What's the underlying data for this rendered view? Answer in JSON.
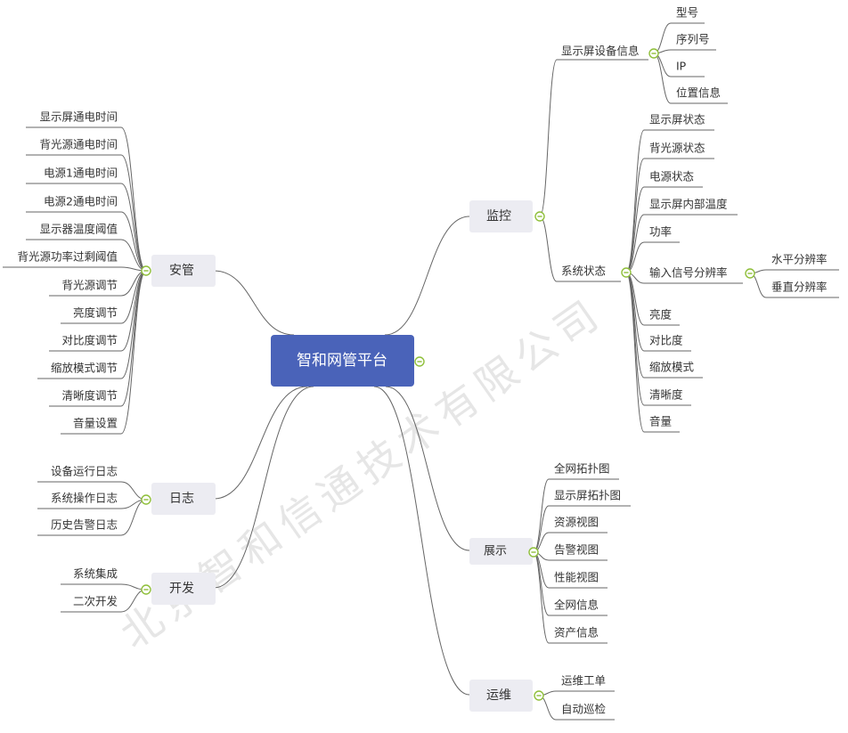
{
  "watermark": "北京智和信通技术有限公司",
  "colors": {
    "root_fill": "#4a63b9",
    "root_text": "#ffffff",
    "branch_fill": "#ececf2",
    "line": "#666666",
    "toggle": "#8fbf3a",
    "text": "#333333",
    "watermark": "#e6e6e6"
  },
  "root": {
    "label": "智和网管平台"
  },
  "branches": {
    "monitor": {
      "label": "监控",
      "device_info": {
        "label": "显示屏设备信息",
        "items": [
          "型号",
          "序列号",
          "IP",
          "位置信息"
        ]
      },
      "status": {
        "label": "系统状态",
        "items": [
          "显示屏状态",
          "背光源状态",
          "电源状态",
          "显示屏内部温度",
          "功率",
          "输入信号分辨率",
          "亮度",
          "对比度",
          "缩放模式",
          "清晰度",
          "音量"
        ],
        "resolution_children": [
          "水平分辨率",
          "垂直分辨率"
        ]
      }
    },
    "security": {
      "label": "安管",
      "items": [
        "显示屏通电时间",
        "背光源通电时间",
        "电源1通电时间",
        "电源2通电时间",
        "显示器温度阈值",
        "背光源功率过剩阈值",
        "背光源调节",
        "亮度调节",
        "对比度调节",
        "缩放模式调节",
        "清晰度调节",
        "音量设置"
      ]
    },
    "log": {
      "label": "日志",
      "items": [
        "设备运行日志",
        "系统操作日志",
        "历史告警日志"
      ]
    },
    "dev": {
      "label": "开发",
      "items": [
        "系统集成",
        "二次开发"
      ]
    },
    "display": {
      "label": "展示",
      "items": [
        "全网拓扑图",
        "显示屏拓扑图",
        "资源视图",
        "告警视图",
        "性能视图",
        "全网信息",
        "资产信息"
      ]
    },
    "ops": {
      "label": "运维",
      "items": [
        "运维工单",
        "自动巡检"
      ]
    }
  }
}
